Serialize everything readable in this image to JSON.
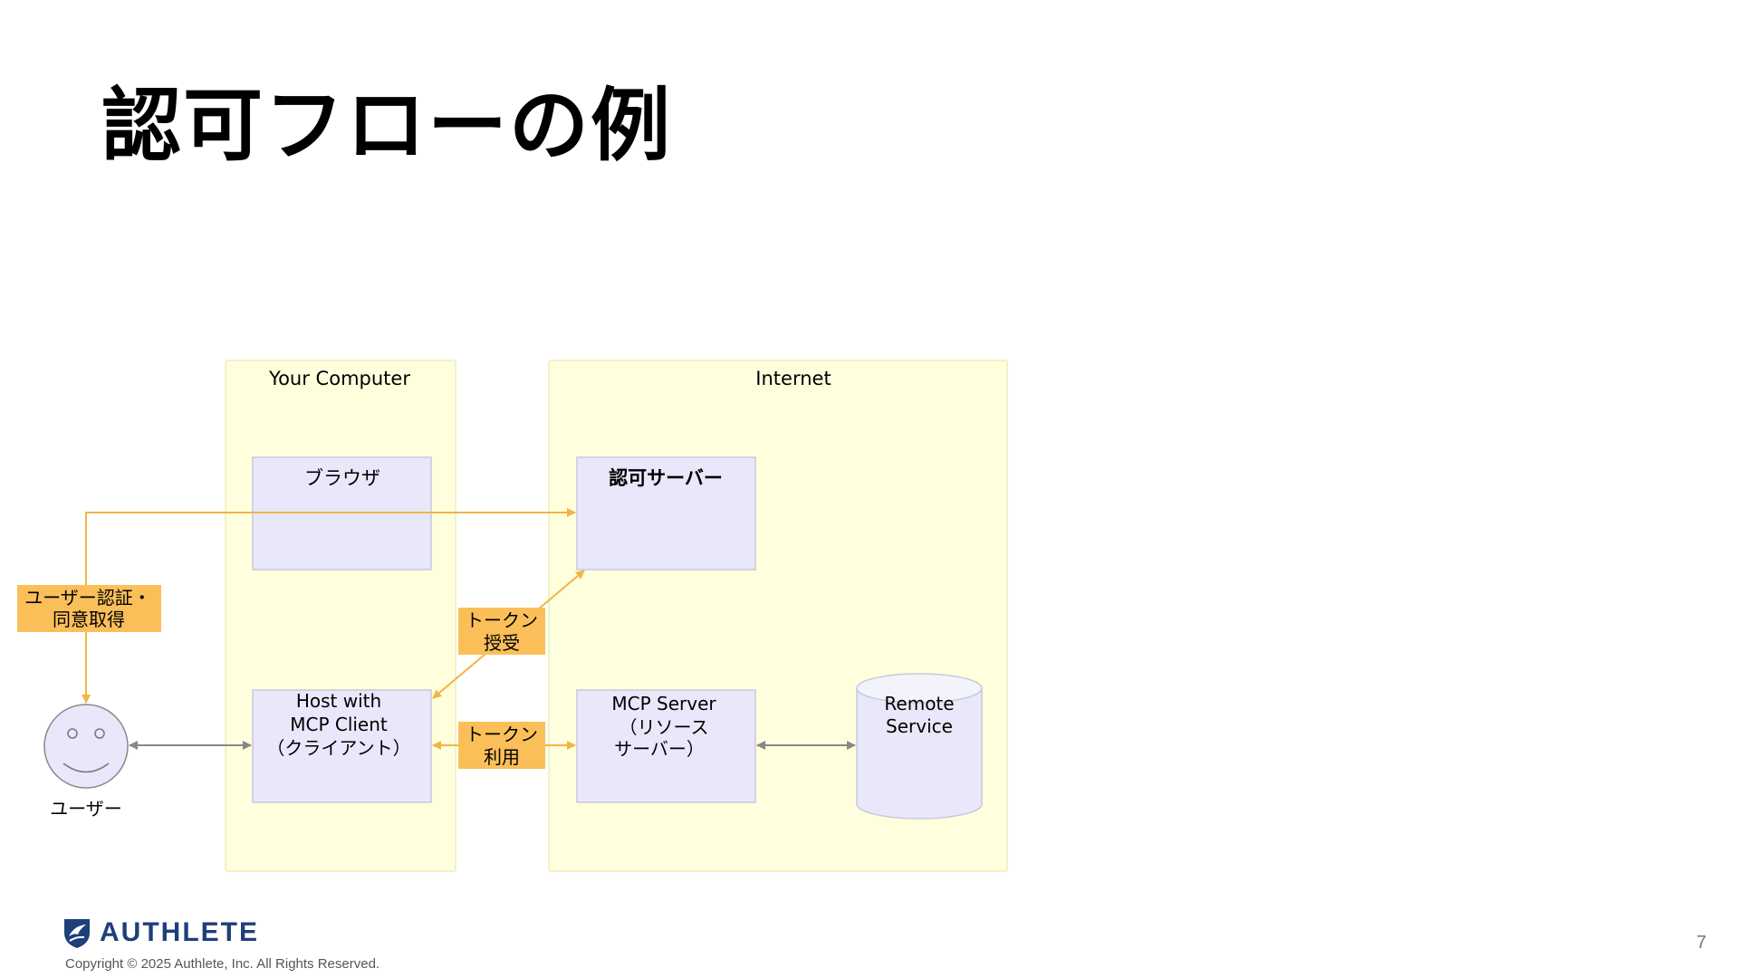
{
  "slide": {
    "title": "認可フローの例",
    "page_number": "7"
  },
  "diagram": {
    "groups": {
      "your_computer": "Your Computer",
      "internet": "Internet"
    },
    "nodes": {
      "browser": "ブラウザ",
      "auth_server": "認可サーバー",
      "host_line1": "Host with",
      "host_line2": "MCP Client",
      "host_line3": "（クライアント）",
      "mcp_line1": "MCP Server",
      "mcp_line2": "（リソース",
      "mcp_line3": "サーバー）",
      "remote_line1": "Remote",
      "remote_line2": "Service",
      "user": "ユーザー"
    },
    "labels": {
      "auth_line1": "ユーザー認証・",
      "auth_line2": "同意取得",
      "token_exchange_line1": "トークン",
      "token_exchange_line2": "授受",
      "token_use_line1": "トークン",
      "token_use_line2": "利用"
    },
    "colors": {
      "group_fill": "#ffffdd",
      "group_stroke": "#eeeebb",
      "node_fill": "#e8e8fa",
      "node_stroke": "#c8c8dd",
      "label_fill": "#fbbf5a",
      "arrow_orange": "#f0b544",
      "arrow_gray": "#888888"
    }
  },
  "footer": {
    "logo_text": "AUTHLETE",
    "copyright": "Copyright © 2025 Authlete, Inc. All Rights Reserved."
  }
}
